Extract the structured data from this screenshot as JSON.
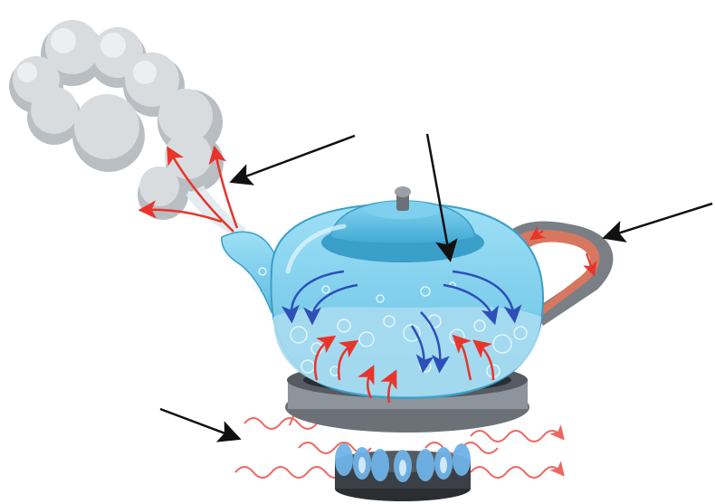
{
  "diagram": {
    "labels": [],
    "colors": {
      "steam": "#d6d9dc",
      "steam_shade": "#b9bec3",
      "kettle_body": "#7fd0ef",
      "kettle_dark": "#3a9fc9",
      "water": "#a9dcf0",
      "hot_arrow": "#e8342a",
      "cool_arrow": "#2d4fb8",
      "handle_outer": "#7a7f86",
      "handle_inner": "#d77760",
      "burner_base": "#2a2e33",
      "burner_ring": "#8d949b",
      "flame": "#6fb3e8",
      "heat_wave": "#e8342a",
      "pointer": "#111111"
    },
    "parts": [
      {
        "name": "steam-cloud",
        "icon": "cloud-icon"
      },
      {
        "name": "kettle",
        "icon": "kettle-icon"
      },
      {
        "name": "kettle-handle",
        "icon": "handle-icon"
      },
      {
        "name": "gas-burner",
        "icon": "burner-icon"
      },
      {
        "name": "heat-radiation",
        "icon": "wave-icon"
      }
    ]
  }
}
